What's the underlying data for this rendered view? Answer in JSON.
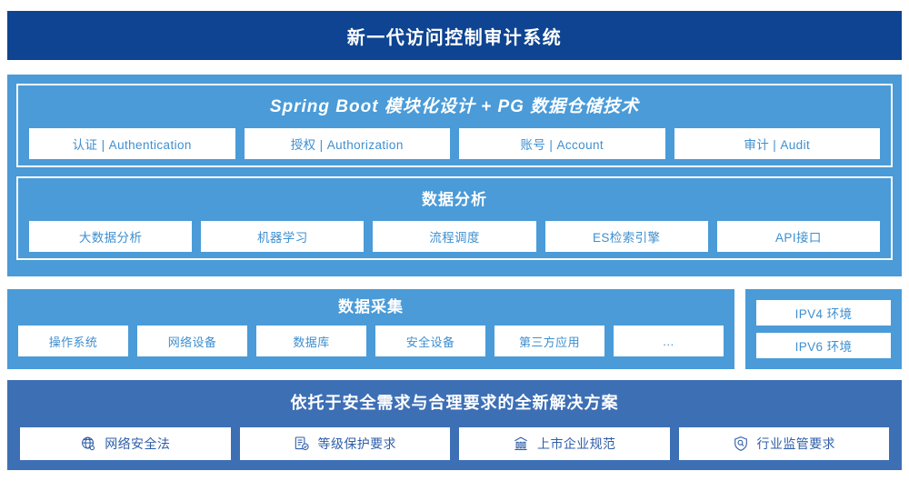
{
  "header": {
    "title": "新一代访问控制审计系统"
  },
  "platform": {
    "springboot": {
      "title": "Spring Boot 模块化设计 + PG 数据仓储技术",
      "cards": [
        {
          "label": "认证 | Authentication"
        },
        {
          "label": "授权 | Authorization"
        },
        {
          "label": "账号 | Account"
        },
        {
          "label": "审计 | Audit"
        }
      ]
    },
    "data_analysis": {
      "title": "数据分析",
      "cards": [
        {
          "label": "大数据分析"
        },
        {
          "label": "机器学习"
        },
        {
          "label": "流程调度"
        },
        {
          "label": "ES检索引擎"
        },
        {
          "label": "API接口"
        }
      ]
    }
  },
  "collection": {
    "title": "数据采集",
    "cards": [
      {
        "label": "操作系统"
      },
      {
        "label": "网络设备"
      },
      {
        "label": "数据库"
      },
      {
        "label": "安全设备"
      },
      {
        "label": "第三方应用"
      },
      {
        "label": "…"
      }
    ]
  },
  "environment": {
    "cards": [
      {
        "label": "IPV4 环境"
      },
      {
        "label": "IPV6 环境"
      }
    ]
  },
  "compliance": {
    "title": "依托于安全需求与合理要求的全新解决方案",
    "cards": [
      {
        "label": "网络安全法",
        "icon": "globe-network-icon"
      },
      {
        "label": "等级保护要求",
        "icon": "document-check-icon"
      },
      {
        "label": "上市企业规范",
        "icon": "bank-building-icon"
      },
      {
        "label": "行业监管要求",
        "icon": "shield-search-icon"
      }
    ]
  },
  "colors": {
    "header_navy": "#0e4491",
    "panel_light_blue": "#4a9bd8",
    "panel_mid_blue": "#3d6fb5",
    "card_text_blue": "#3f8fd0",
    "compliance_text_blue": "#2f5ea8",
    "card_white": "#ffffff"
  }
}
